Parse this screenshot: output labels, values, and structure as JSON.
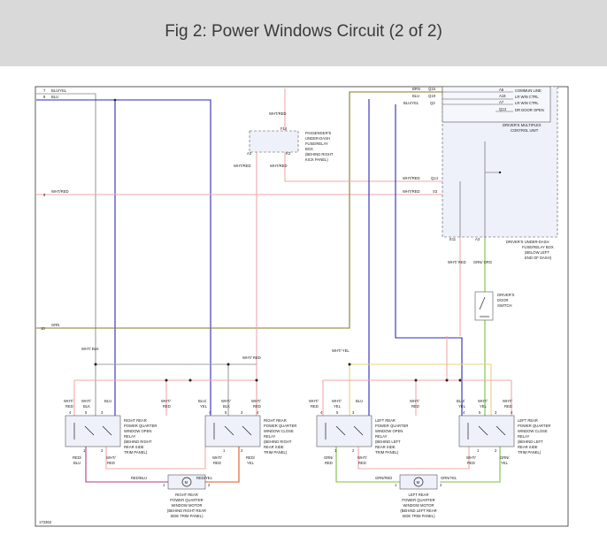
{
  "header": {
    "title": "Fig 2: Power Windows Circuit (2 of 2)"
  },
  "diagram": {
    "id": "173363",
    "left_edge": {
      "wire1": "BLU/YEL",
      "wire2": "BLU",
      "pin1": "7",
      "pin2": "8",
      "pin_wht_red": "9",
      "wire_wht_red": "WHT/RED",
      "pin_grn": "10",
      "wire_grn": "GRN"
    },
    "passenger_box": {
      "label": [
        "PASSENGER'S",
        "UNDER-DASH",
        "FUSE/RELAY",
        "BOX",
        "(BEHIND RIGHT",
        "KICK PANEL)"
      ],
      "conn": "F14",
      "pin_a": "A3",
      "pin_b": "K3",
      "wire_top": "WHT/RED",
      "wire_a": "WHT/RED",
      "wire_b": "WHT/RED"
    },
    "multiplex": {
      "wire_top_a": "BRN",
      "pin_top_a": "Q15",
      "wire_top_b": "BLU",
      "pin_top_b": "Q19",
      "wire_top_c": "BLU/YEL",
      "pin_top_c": "Q3",
      "pins_right": [
        "A5",
        "A18",
        "A7",
        "Q13"
      ],
      "lines": [
        "COMMUN LINE",
        "LR WIN CTRL",
        "LR WIN CTRL",
        "DR DOOR OPEN"
      ],
      "label": [
        "DRIVER'S MULTIPLEX",
        "CONTROL UNIT"
      ]
    },
    "driver_box": {
      "wire_a": "WHT/RED",
      "pin_a": "Q14",
      "wire_b": "WHT/RED",
      "pin_b": "S3",
      "pin_c": "E11",
      "pin_d": "A3",
      "label": [
        "DRIVER'S UNDER-DASH",
        "FUSE/RELAY BOX",
        "(BELOW LEFT",
        "END OF DASH)"
      ]
    },
    "door_switch": {
      "wire_left": "WHT/ RED",
      "wire_right": "GRN/ ORG",
      "label": [
        "DRIVER'S",
        "DOOR",
        "SWITCH"
      ]
    },
    "splice_labels": {
      "wht_blk": "WHT/ BLK",
      "wht_red": "WHT/ RED",
      "wht_yel": "WHT/ YEL"
    },
    "relays": [
      {
        "wires_top": [
          "WHT/ RED",
          "WHT/ BLK",
          "BLU"
        ],
        "pins_top": [
          "4",
          "5",
          "3"
        ],
        "pins_bottom": [
          "1",
          "2"
        ],
        "wires_bottom": [
          "RED/ BLU",
          "WHT/ RED"
        ],
        "label": [
          "RIGHT REAR",
          "POWER QUARTER",
          "WINDOW OPEN",
          "RELAY",
          "(BEHIND RIGHT",
          "REAR SIDE",
          "TRIM PANEL)"
        ]
      },
      {
        "wires_top": [
          "WHT/ RED",
          "BLU/ YEL",
          "WHT/ BLK",
          "WHT/ RED"
        ],
        "pins_top": [
          "4",
          "5",
          "3",
          "4"
        ],
        "pins_bottom": [
          "1",
          "2"
        ],
        "wires_bottom": [
          "WHT/ RED",
          "RED/ YEL"
        ],
        "label": [
          "RIGHT REAR",
          "POWER QUARTER",
          "WINDOW CLOSE",
          "RELAY",
          "(BEHIND RIGHT",
          "REAR SIDE",
          "TRIM PANEL)"
        ]
      },
      {
        "wires_top": [
          "WHT/ RED",
          "WHT/ YEL",
          "BLU"
        ],
        "pins_top": [
          "4",
          "5",
          "3"
        ],
        "pins_bottom": [
          "1",
          "2"
        ],
        "wires_bottom": [
          "GRN/ RED",
          "WHT/ RED"
        ],
        "label": [
          "LEFT REAR",
          "POWER QUARTER",
          "WINDOW OPEN",
          "RELAY",
          "(BEHIND LEFT",
          "REAR SIDE",
          "TRIM PANEL)"
        ]
      },
      {
        "wires_top": [
          "WHT/ RED",
          "BLU/ YEL",
          "WHT/ YEL",
          "WHT/ RED"
        ],
        "pins_top": [
          "4",
          "5",
          "3",
          "4"
        ],
        "pins_bottom": [
          "1",
          "2"
        ],
        "wires_bottom": [
          "WHT/ RED",
          "GRN/ YEL"
        ],
        "label": [
          "LEFT REAR",
          "POWER QUARTER",
          "WINDOW CLOSE",
          "RELAY",
          "(BEHIND LEFT",
          "REAR SIDE",
          "TRIM PANEL)"
        ]
      }
    ],
    "motors": [
      {
        "wire_left": "RED/BLU",
        "wire_right": "RED/YEL",
        "pin_left": "1",
        "pin_right": "2",
        "label": [
          "RIGHT REAR",
          "POWER QUARTER",
          "WINDOW MOTOR",
          "(BEHIND RIGHT REAR",
          "SIDE TRIM PANEL)"
        ]
      },
      {
        "wire_left": "GRN/RED",
        "wire_right": "GRN/YEL",
        "pin_left": "1",
        "pin_right": "2",
        "label": [
          "LEFT REAR",
          "POWER QUARTER",
          "WINDOW MOTOR",
          "(BEHIND LEFT REAR",
          "SIDE TRIM PANEL)"
        ]
      }
    ]
  }
}
